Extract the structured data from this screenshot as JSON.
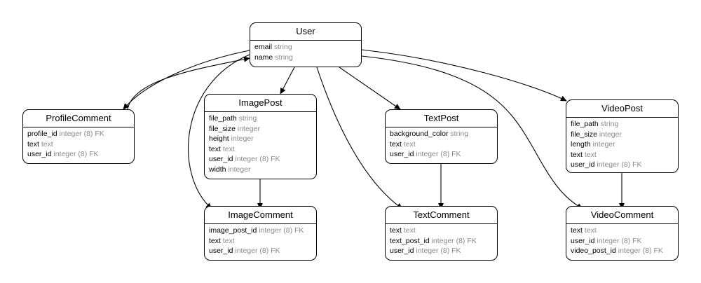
{
  "entities": {
    "user": {
      "title": "User",
      "fields": [
        {
          "name": "email",
          "type": "string"
        },
        {
          "name": "name",
          "type": "string"
        }
      ]
    },
    "profile_comment": {
      "title": "ProfileComment",
      "fields": [
        {
          "name": "profile_id",
          "type": "integer (8) FK"
        },
        {
          "name": "text",
          "type": "text"
        },
        {
          "name": "user_id",
          "type": "integer (8) FK"
        }
      ]
    },
    "image_post": {
      "title": "ImagePost",
      "fields": [
        {
          "name": "file_path",
          "type": "string"
        },
        {
          "name": "file_size",
          "type": "integer"
        },
        {
          "name": "height",
          "type": "integer"
        },
        {
          "name": "text",
          "type": "text"
        },
        {
          "name": "user_id",
          "type": "integer (8) FK"
        },
        {
          "name": "width",
          "type": "integer"
        }
      ]
    },
    "text_post": {
      "title": "TextPost",
      "fields": [
        {
          "name": "background_color",
          "type": "string"
        },
        {
          "name": "text",
          "type": "text"
        },
        {
          "name": "user_id",
          "type": "integer (8) FK"
        }
      ]
    },
    "video_post": {
      "title": "VideoPost",
      "fields": [
        {
          "name": "file_path",
          "type": "string"
        },
        {
          "name": "file_size",
          "type": "integer"
        },
        {
          "name": "length",
          "type": "integer"
        },
        {
          "name": "text",
          "type": "text"
        },
        {
          "name": "user_id",
          "type": "integer (8) FK"
        }
      ]
    },
    "image_comment": {
      "title": "ImageComment",
      "fields": [
        {
          "name": "image_post_id",
          "type": "integer (8) FK"
        },
        {
          "name": "text",
          "type": "text"
        },
        {
          "name": "user_id",
          "type": "integer (8) FK"
        }
      ]
    },
    "text_comment": {
      "title": "TextComment",
      "fields": [
        {
          "name": "text",
          "type": "text"
        },
        {
          "name": "text_post_id",
          "type": "integer (8) FK"
        },
        {
          "name": "user_id",
          "type": "integer (8) FK"
        }
      ]
    },
    "video_comment": {
      "title": "VideoComment",
      "fields": [
        {
          "name": "text",
          "type": "text"
        },
        {
          "name": "user_id",
          "type": "integer (8) FK"
        },
        {
          "name": "video_post_id",
          "type": "integer (8) FK"
        }
      ]
    }
  },
  "relationships": [
    {
      "from": "user",
      "to": "profile_comment"
    },
    {
      "from": "user",
      "to": "image_post"
    },
    {
      "from": "user",
      "to": "text_post"
    },
    {
      "from": "user",
      "to": "video_post"
    },
    {
      "from": "user",
      "to": "image_comment"
    },
    {
      "from": "user",
      "to": "text_comment"
    },
    {
      "from": "user",
      "to": "video_comment"
    },
    {
      "from": "profile_comment",
      "to": "user"
    },
    {
      "from": "image_post",
      "to": "image_comment"
    },
    {
      "from": "text_post",
      "to": "text_comment"
    },
    {
      "from": "video_post",
      "to": "video_comment"
    }
  ],
  "colors": {
    "line": "#000000",
    "field_type": "#8a8a8a",
    "background": "#ffffff"
  }
}
